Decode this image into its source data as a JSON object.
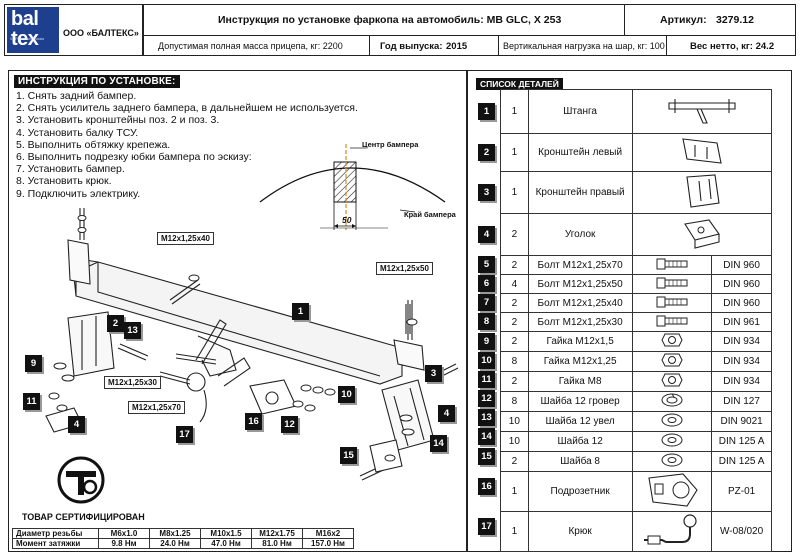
{
  "header": {
    "logo_line1": "bal",
    "logo_line2": "tex",
    "logo_small": "St. Petersburg Russia",
    "company": "ООО «БАЛТЕКС»",
    "title": "Инструкция по установке фаркопа на автомобиль: MB GLC, X 253",
    "article_label": "Артикул:",
    "article_value": "3279.12",
    "trailer_mass": "Допустимая полная масса прицепа, кг: 2200",
    "year_label": "Год выпуска:",
    "year_value": "2015",
    "vertical_load": "Вертикальная нагрузка на шар, кг: 100",
    "net_weight": "Вес нетто, кг: 24.2"
  },
  "instructions": {
    "title": "ИНСТРУКЦИЯ ПО УСТАНОВКЕ:",
    "steps": [
      "1. Снять задний бампер.",
      "2. Снять усилитель заднего бампера, в дальнейшем не используется.",
      "3. Установить кронштейны поз. 2 и поз. 3.",
      "4. Установить балку ТСУ.",
      "5. Выполнить обтяжку крепежа.",
      "6. Выполнить подрезку юбки бампера по эскизу:",
      "7. Установить бампер.",
      "8. Установить крюк.",
      "9. Подключить электрику."
    ]
  },
  "sketch": {
    "center_label": "Центр бампера",
    "edge_label": "Край бампера",
    "dimension": "50"
  },
  "drawing": {
    "bolt_labels": [
      "M12x1,25x40",
      "M12x1,25x50",
      "M12x1,25x30",
      "M12x1,25x70"
    ],
    "callouts": [
      "1",
      "2",
      "13",
      "9",
      "11",
      "4",
      "17",
      "16",
      "12",
      "10",
      "3",
      "14",
      "15"
    ]
  },
  "certificate": {
    "symbol": "СТР",
    "caption": "ТОВАР СЕРТИФИЦИРОВАН"
  },
  "torque_table": {
    "row1_label": "Диаметр резьбы",
    "row2_label": "Момент затяжки",
    "threads": [
      "M6x1.0",
      "M8x1.25",
      "M10x1.5",
      "M12x1.75",
      "M16x2"
    ],
    "torques": [
      "9.8 Нм",
      "24.0 Нм",
      "47.0 Нм",
      "81.0 Нм",
      "157.0 Нм"
    ]
  },
  "parts": {
    "title": "СПИСОК ДЕТАЛЕЙ",
    "rows": [
      {
        "num": "1",
        "qty": "1",
        "name": "Штанга",
        "std": "",
        "icon": "beam-icon"
      },
      {
        "num": "2",
        "qty": "1",
        "name": "Кронштейн левый",
        "std": "",
        "icon": "bracket-left-icon"
      },
      {
        "num": "3",
        "qty": "1",
        "name": "Кронштейн правый",
        "std": "",
        "icon": "bracket-right-icon"
      },
      {
        "num": "4",
        "qty": "2",
        "name": "Уголок",
        "std": "",
        "icon": "angle-icon"
      },
      {
        "num": "5",
        "qty": "2",
        "name": "Болт M12x1,25x70",
        "std": "DIN 960",
        "icon": "bolt-icon"
      },
      {
        "num": "6",
        "qty": "4",
        "name": "Болт M12x1,25x50",
        "std": "DIN 960",
        "icon": "bolt-icon"
      },
      {
        "num": "7",
        "qty": "2",
        "name": "Болт M12x1,25x40",
        "std": "DIN 960",
        "icon": "bolt-icon"
      },
      {
        "num": "8",
        "qty": "2",
        "name": "Болт M12x1,25x30",
        "std": "DIN 961",
        "icon": "bolt-icon"
      },
      {
        "num": "9",
        "qty": "2",
        "name": "Гайка M12x1,5",
        "std": "DIN 934",
        "icon": "nut-icon"
      },
      {
        "num": "10",
        "qty": "8",
        "name": "Гайка M12x1,25",
        "std": "DIN 934",
        "icon": "nut-icon"
      },
      {
        "num": "11",
        "qty": "2",
        "name": "Гайка M8",
        "std": "DIN 934",
        "icon": "nut-icon"
      },
      {
        "num": "12",
        "qty": "8",
        "name": "Шайба 12 гровер",
        "std": "DIN 127",
        "icon": "spring-washer-icon"
      },
      {
        "num": "13",
        "qty": "10",
        "name": "Шайба 12 увел",
        "std": "DIN 9021",
        "icon": "washer-icon"
      },
      {
        "num": "14",
        "qty": "10",
        "name": "Шайба 12",
        "std": "DIN 125 A",
        "icon": "washer-icon"
      },
      {
        "num": "15",
        "qty": "2",
        "name": "Шайба 8",
        "std": "DIN 125 A",
        "icon": "washer-icon"
      },
      {
        "num": "16",
        "qty": "1",
        "name": "Подрозетник",
        "std": "PZ-01",
        "icon": "socket-plate-icon"
      },
      {
        "num": "17",
        "qty": "1",
        "name": "Крюк",
        "std": "W-08/020",
        "icon": "hook-icon"
      }
    ]
  },
  "colors": {
    "logo_bg": "#1e3f8e",
    "sketch_accent": "#e08a1e",
    "badge_bg": "#111111"
  }
}
